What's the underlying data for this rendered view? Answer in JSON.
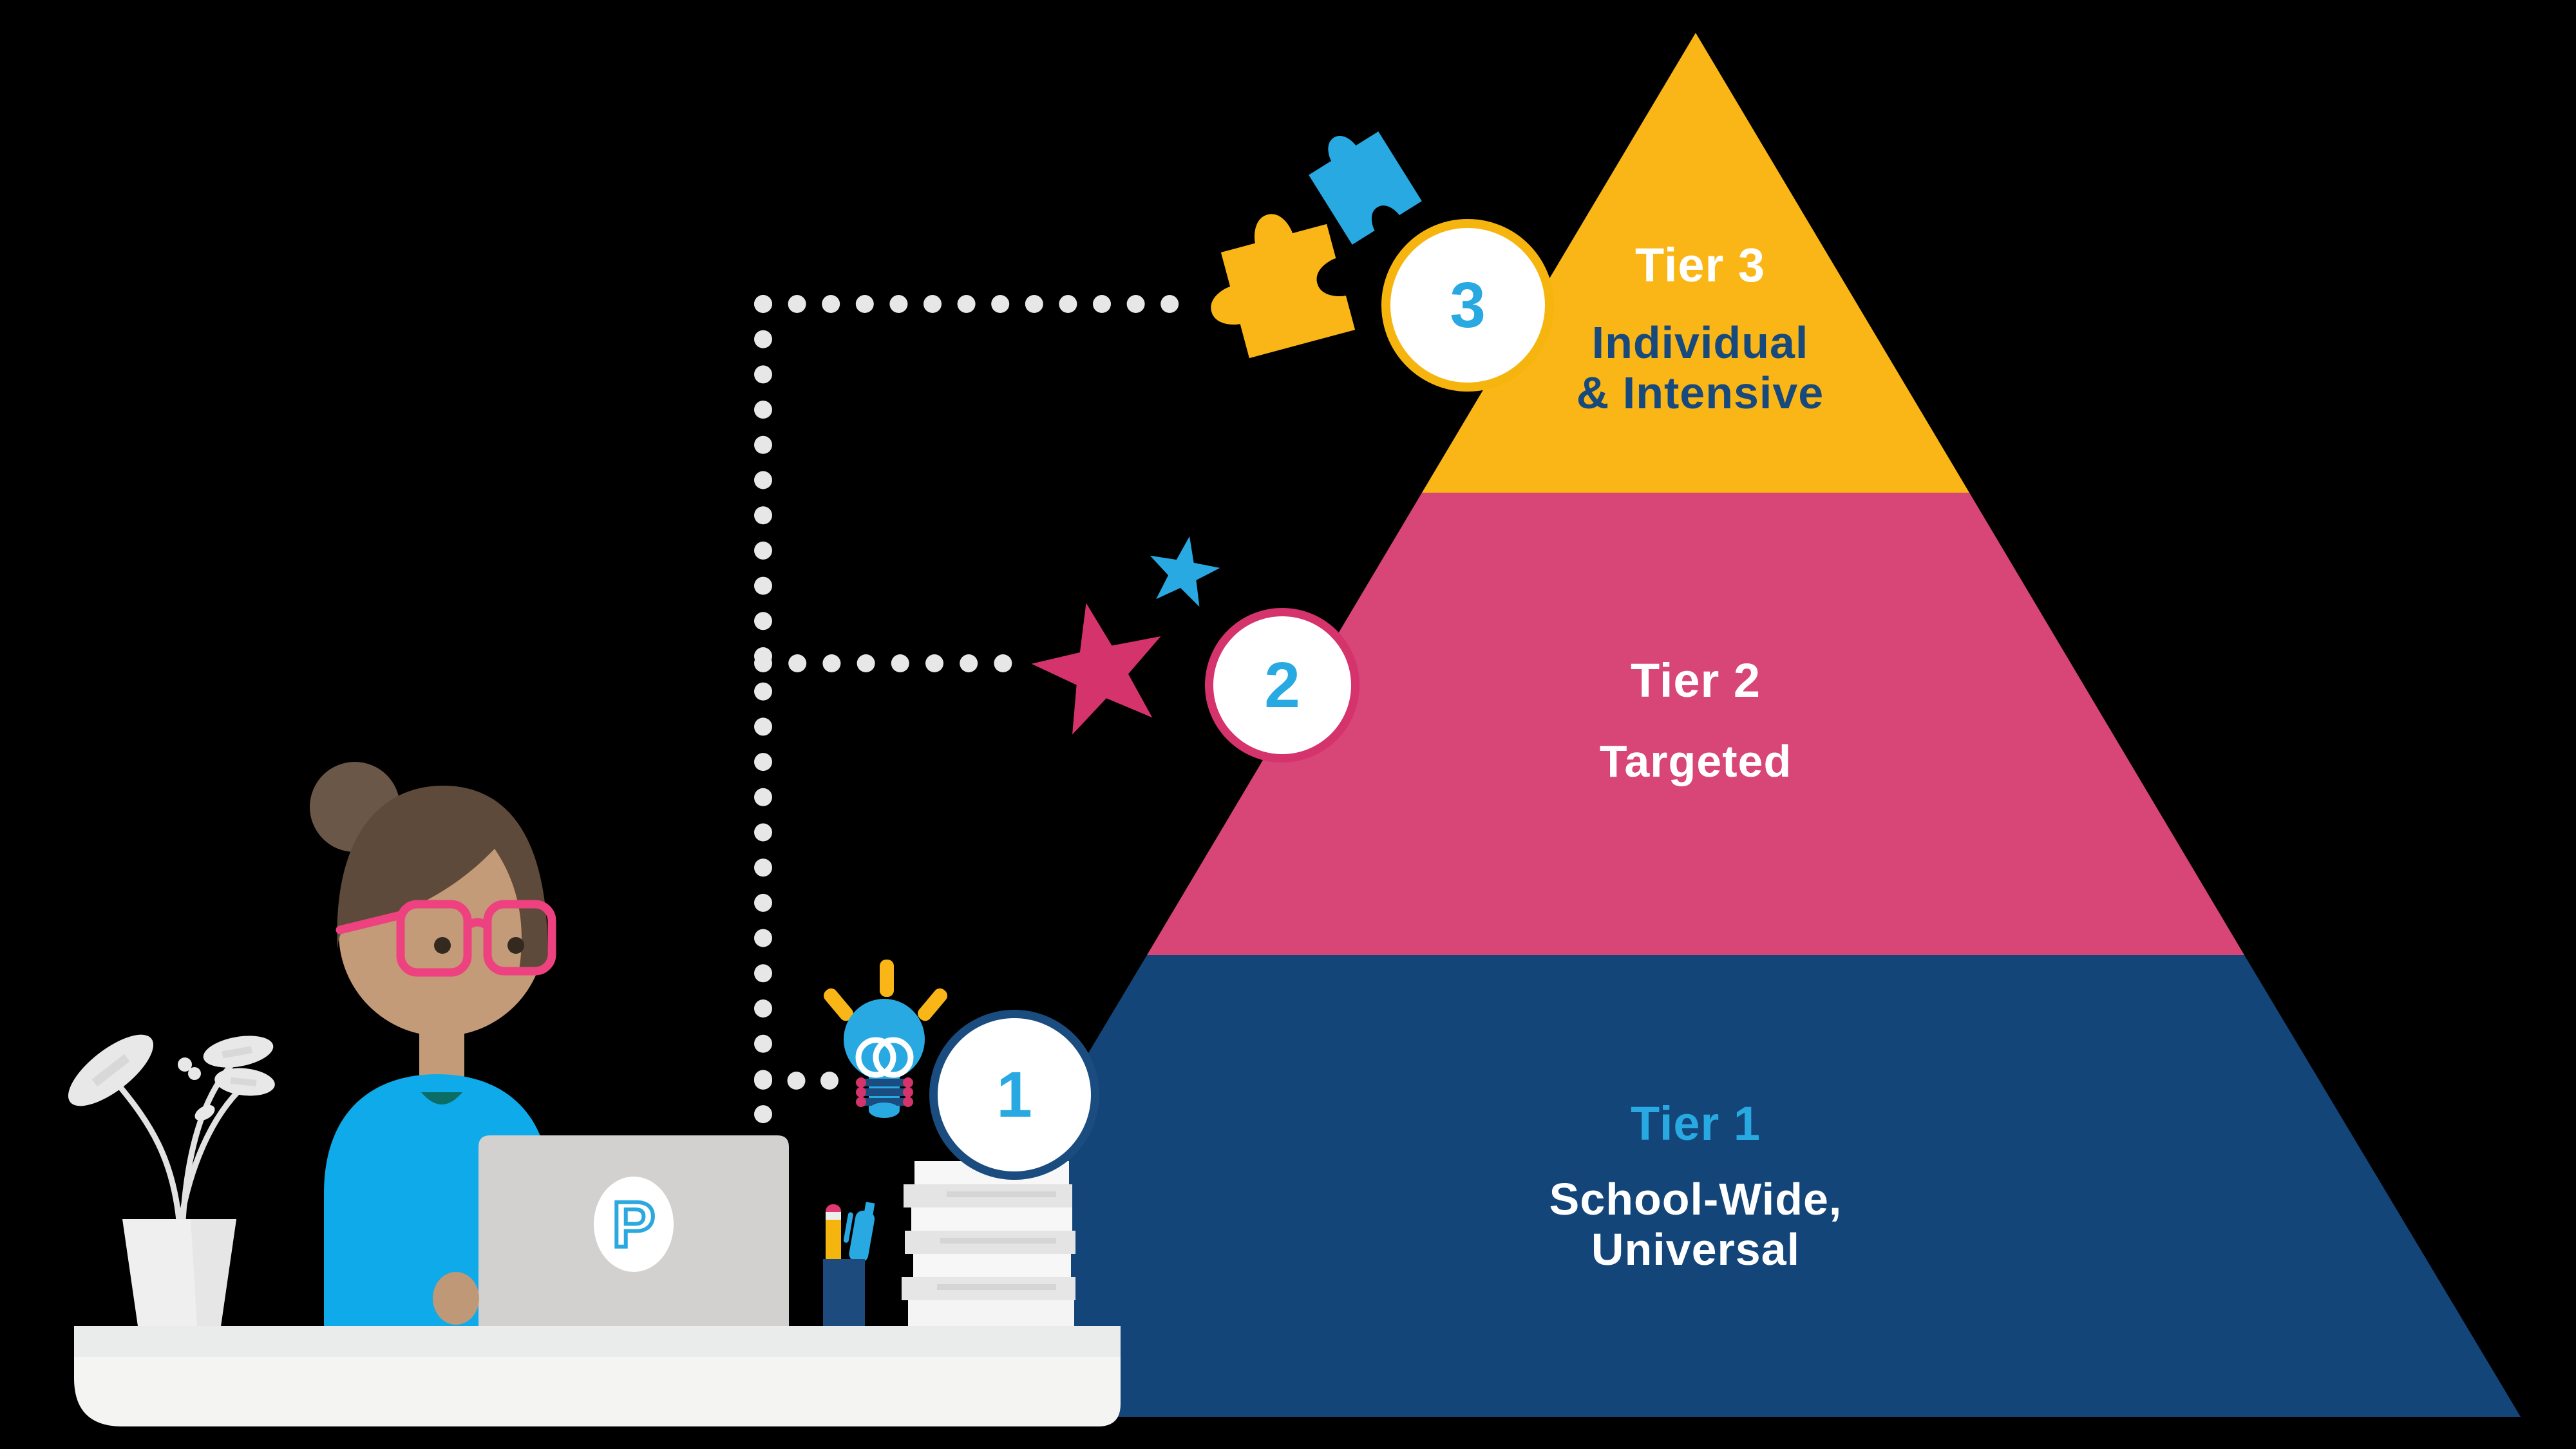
{
  "diagram": {
    "type": "mtss-tiered-support-pyramid",
    "background": "#000000",
    "tiers": [
      {
        "label": "Tier 3",
        "desc_line1": "Individual",
        "desc_line2": "& Intensive",
        "number": "3",
        "color": "#F9B616",
        "label_color": "#FFFFFF",
        "desc_color": "#17497C",
        "ring_color": "#F6B40F"
      },
      {
        "label": "Tier 2",
        "desc_line1": "Targeted",
        "desc_line2": "",
        "number": "2",
        "color": "#D84577",
        "label_color": "#FFFFFF",
        "desc_color": "#FFFFFF",
        "ring_color": "#D5336B"
      },
      {
        "label": "Tier 1",
        "desc_line1": "School-Wide,",
        "desc_line2": "Universal",
        "number": "1",
        "color": "#134579",
        "label_color": "#29A9E1",
        "desc_color": "#FFFFFF",
        "ring_color": "#1A4C7F"
      }
    ]
  },
  "laptop": {
    "logo_letter": "P"
  },
  "icons": [
    "puzzle-piece-yellow-icon",
    "puzzle-piece-blue-icon",
    "star-pink-icon",
    "star-blue-icon",
    "lightbulb-icon",
    "stack-of-papers-icon",
    "pencil-cup-icon",
    "pencil-icon",
    "pen-icon",
    "plant-icon",
    "laptop-icon",
    "person-avatar",
    "dotted-connector"
  ],
  "colors": {
    "gold": "#F9B616",
    "pink": "#D84577",
    "deep_pink": "#D5336B",
    "navy": "#134579",
    "navy_dark": "#1A4C7F",
    "navy_text": "#17497C",
    "light_blue": "#29A9E1",
    "shirt_blue": "#0FAAE9",
    "glasses_pink": "#EE4180",
    "skin": "#C49B78",
    "hand_skin": "#BE9877",
    "hair_brown": "#5E4A3A",
    "bun_brown": "#6B5747",
    "collar_teal": "#0B6E66",
    "dot_gray": "#E7E7E7",
    "desk_gray": "#F4F4F3",
    "desk_strip": "#E9ECEB",
    "laptop_gray": "#D2D1CF",
    "paper_light": "#F7F7F7",
    "paper_dark": "#E4E4E4",
    "pot_gray": "#EFEFEF",
    "leaf_gray": "#E8E8E8",
    "cup_navy": "#1D4B7D",
    "pencil_yellow": "#F6B40F",
    "eraser_pink": "#E0386F",
    "white": "#FFFFFF"
  }
}
